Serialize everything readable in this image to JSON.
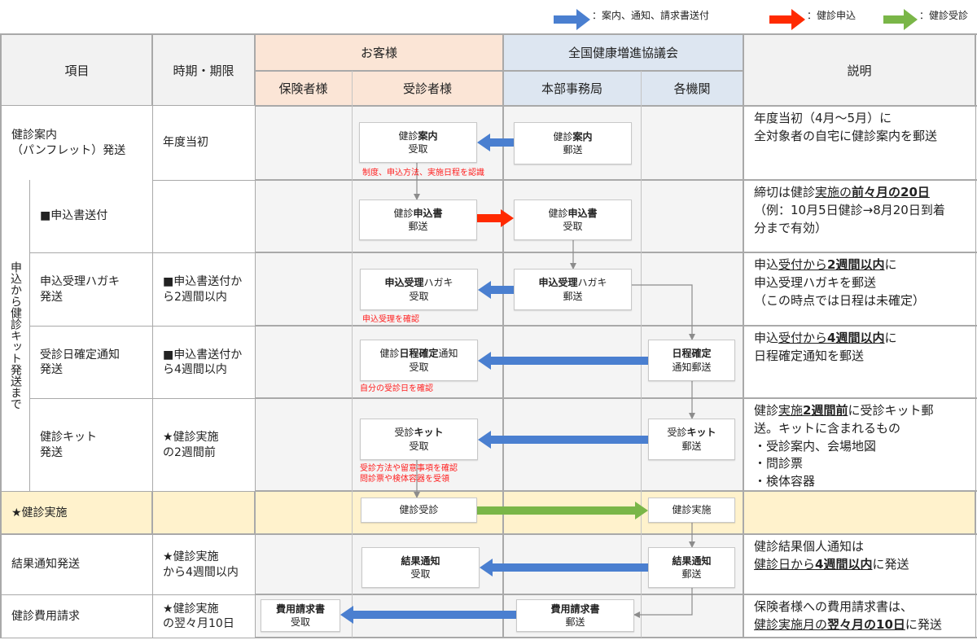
{
  "legend": [
    {
      "label": "：案内、通知、請求書送付",
      "color": "#4a7fd0"
    },
    {
      "label": "：健診申込",
      "color": "#ff2a00"
    },
    {
      "label": "：健診受診",
      "color": "#7ab648"
    }
  ],
  "header": {
    "item": "項目",
    "period": "時期・期限",
    "customer": "お客様",
    "kyokai": "全国健康増進協議会",
    "insurer": "保険者様",
    "examinee": "受診者様",
    "hq": "本部事務局",
    "inst": "各機関",
    "desc": "説明"
  },
  "group_label": "申込から健診キット発送まで",
  "rows": [
    {
      "label": "健診案内\n（パンフレット）発送",
      "period": "年度当初",
      "desc": [
        {
          "t": "年度当初（4月～5月）に\n全対象者の自宅に健診案内を郵送"
        }
      ]
    },
    {
      "label": "■申込書送付",
      "period": "",
      "desc": [
        {
          "t": "締切は健診"
        },
        {
          "t": "実施の",
          "u": true
        },
        {
          "t": "前々月の20日",
          "u": true,
          "b": true
        },
        {
          "t": "\n（例：10月5日健診→8月20日到着\n分まで有効）"
        }
      ]
    },
    {
      "label": "申込受理ハガキ\n発送",
      "period": "■申込書送付か\nら2週間以内",
      "desc": [
        {
          "t": "申込"
        },
        {
          "t": "受付から",
          "u": true
        },
        {
          "t": "2週間以内",
          "u": true,
          "b": true
        },
        {
          "t": "に\n申込受理ハガキを郵送\n（この時点では日程は未確定）"
        }
      ]
    },
    {
      "label": "受診日確定通知\n発送",
      "period": "■申込書送付か\nら4週間以内",
      "desc": [
        {
          "t": "申込"
        },
        {
          "t": "受付から",
          "u": true
        },
        {
          "t": "4週間以内",
          "u": true,
          "b": true
        },
        {
          "t": "に\n日程確定通知を郵送"
        }
      ]
    },
    {
      "label": "健診キット\n発送",
      "period": "★健診実施\nの2週間前",
      "desc": [
        {
          "t": "健診"
        },
        {
          "t": "実施",
          "u": true
        },
        {
          "t": "2週間前",
          "u": true,
          "b": true
        },
        {
          "t": "に受診キット郵\n送。キットに含まれるもの\n・受診案内、会場地図\n・問診票\n・検体容器"
        }
      ]
    },
    {
      "label": "★健診実施",
      "period": "",
      "desc": []
    },
    {
      "label": "結果通知発送",
      "period": "★健診実施\nから4週間以内",
      "desc": [
        {
          "t": "健診結果個人通知は\n"
        },
        {
          "t": "健診日から",
          "u": true
        },
        {
          "t": "4週間以内",
          "u": true,
          "b": true
        },
        {
          "t": "に発送"
        }
      ]
    },
    {
      "label": "健診費用請求",
      "period": "★健診実施\nの翌々月10日",
      "desc": [
        {
          "t": "保険者様への費用請求書は、\n"
        },
        {
          "t": "健診実施月の",
          "u": true
        },
        {
          "t": "翌々月の10日",
          "u": true,
          "b": true
        },
        {
          "t": "に発送"
        }
      ]
    }
  ],
  "boxes": {
    "b1r": {
      "a": "健診",
      "b": "案内",
      "c": "",
      "l2": "受取"
    },
    "b1s": {
      "a": "健診",
      "b": "案内",
      "c": "",
      "l2": "郵送"
    },
    "b2s": {
      "a": "健診",
      "b": "申込書",
      "c": "",
      "l2": "郵送"
    },
    "b2r": {
      "a": "健診",
      "b": "申込書",
      "c": "",
      "l2": "受取"
    },
    "b3r": {
      "a": "",
      "b": "申込受理",
      "c": "ハガキ",
      "l2": "受取"
    },
    "b3s": {
      "a": "",
      "b": "申込受理",
      "c": "ハガキ",
      "l2": "郵送"
    },
    "b4r": {
      "a": "健診",
      "b": "日程確定",
      "c": "通知",
      "l2": "受取"
    },
    "b4s": {
      "a": "",
      "b": "日程確定",
      "c": "",
      "l2": "通知郵送"
    },
    "b5r": {
      "a": "受診",
      "b": "キット",
      "c": "",
      "l2": "受取"
    },
    "b5s": {
      "a": "受診",
      "b": "キット",
      "c": "",
      "l2": "郵送"
    },
    "b6r": {
      "a": "健診受診",
      "b": "",
      "c": "",
      "l2": ""
    },
    "b6s": {
      "a": "健診実施",
      "b": "",
      "c": "",
      "l2": ""
    },
    "b7r": {
      "a": "",
      "b": "結果通知",
      "c": "",
      "l2": "受取"
    },
    "b7s": {
      "a": "",
      "b": "結果通知",
      "c": "",
      "l2": "郵送"
    },
    "b8r": {
      "a": "",
      "b": "費用請求書",
      "c": "",
      "l2": "受取"
    },
    "b8s": {
      "a": "",
      "b": "費用請求書",
      "c": "",
      "l2": "郵送"
    }
  },
  "notes": {
    "n1": "制度、申込方法、実施日程を認識",
    "n3": "申込受理を確認",
    "n4": "自分の受診日を確認",
    "n5a": "受診方法や留意事項を確認",
    "n5b": "問診票や検体容器を受領"
  },
  "colors": {
    "blue": "#4a7fd0",
    "red": "#ff2a00",
    "green": "#7ab648",
    "customer_bg": "#fbe5d6",
    "kyokai_bg": "#dde6f1",
    "highlight_row": "#fff2cc"
  }
}
